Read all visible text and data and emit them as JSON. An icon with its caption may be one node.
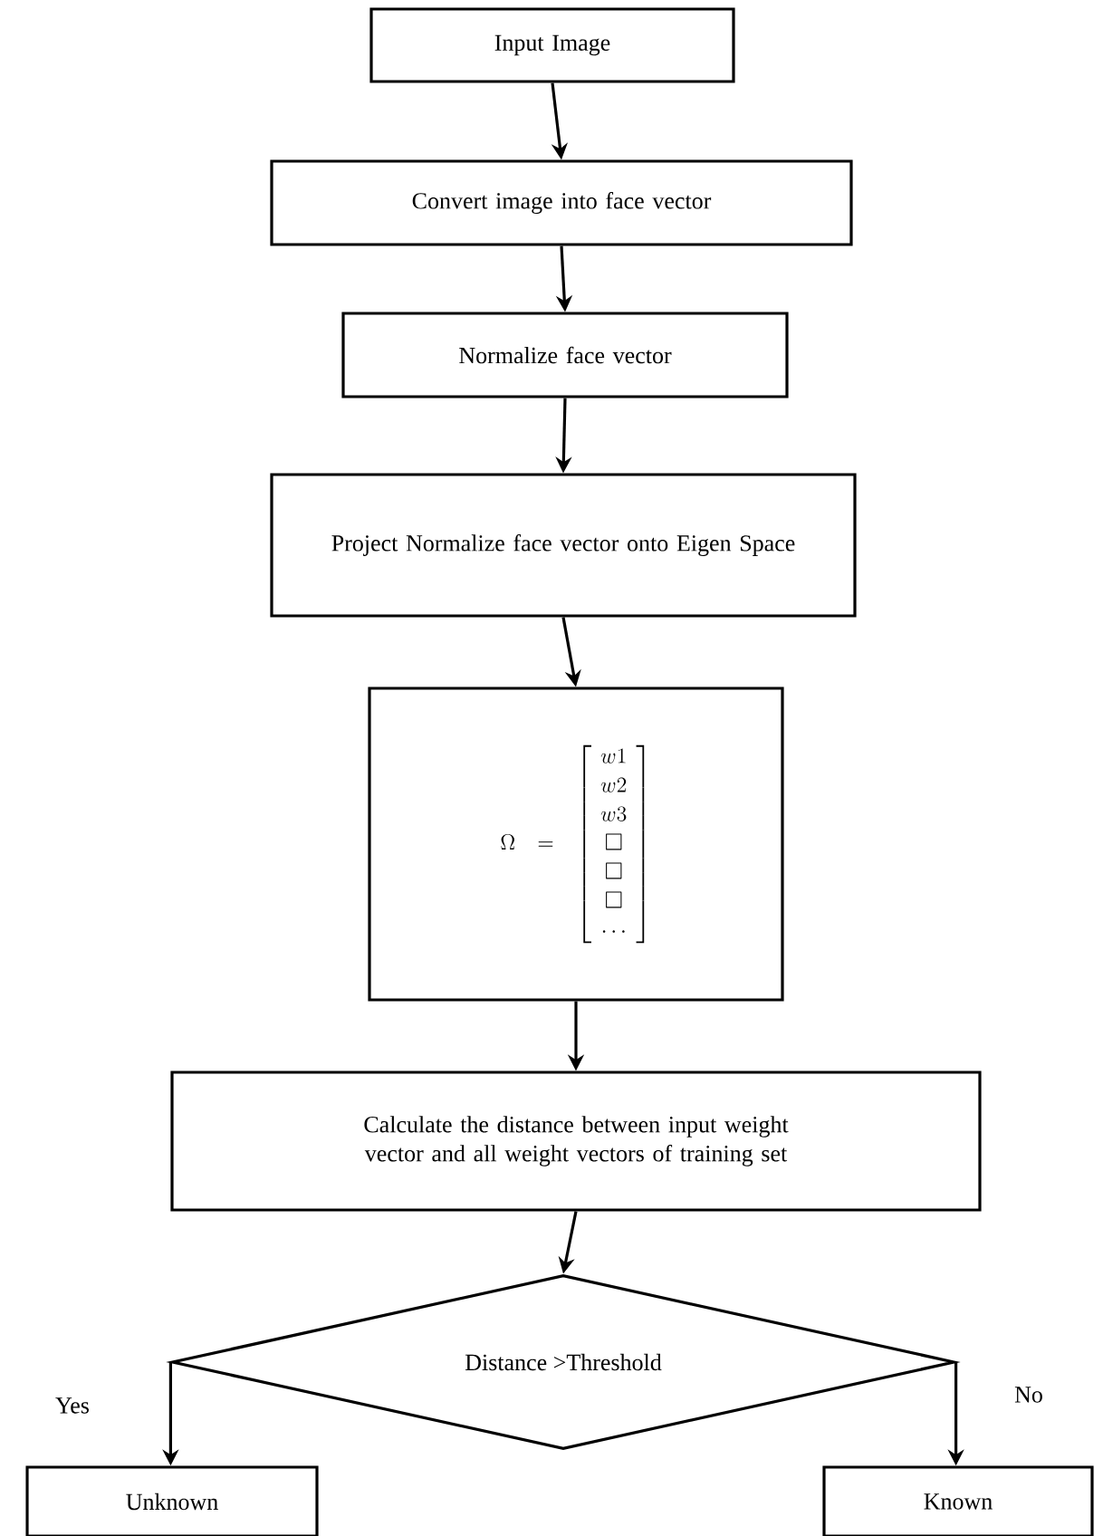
{
  "diagram": {
    "nodes": [
      {
        "text": [
          "Input Image"
        ]
      },
      {
        "text": [
          "Convert image into face vector"
        ]
      },
      {
        "text": [
          "Normalize face vector"
        ]
      },
      {
        "text": [
          "Project Normalize face vector onto Eigen Space"
        ]
      },
      {
        "text": [
          "\\Omega=\\left[\\begin{array}{c}w1\\\\w2\\\\w3\\\\\\square\\\\\\square\\\\\\square\\\\\\cdots\\end{array}\\right]"
        ]
      },
      {
        "text": [
          "Calculate the distance between input weight vector and all weight vectors of training set"
        ]
      },
      {
        "text": [
          "Distance >Threshold"
        ]
      },
      {
        "text": [
          "Unknown"
        ]
      },
      {
        "text": [
          "Known"
        ]
      }
    ],
    "edges": [
      {
        "from": 0,
        "to": 1,
        "arrow": "to"
      },
      {
        "from": 1,
        "to": 2,
        "arrow": "to"
      },
      {
        "from": 2,
        "to": 3,
        "arrow": "to"
      },
      {
        "from": 3,
        "to": 4,
        "arrow": "to"
      },
      {
        "from": 4,
        "to": 5,
        "arrow": "to"
      },
      {
        "from": 5,
        "to": 6,
        "arrow": "to"
      },
      {
        "from": 6,
        "to": 7,
        "arrow": "to",
        "label": "Yes"
      },
      {
        "from": 6,
        "to": 8,
        "arrow": "to",
        "label": "No"
      }
    ]
  }
}
